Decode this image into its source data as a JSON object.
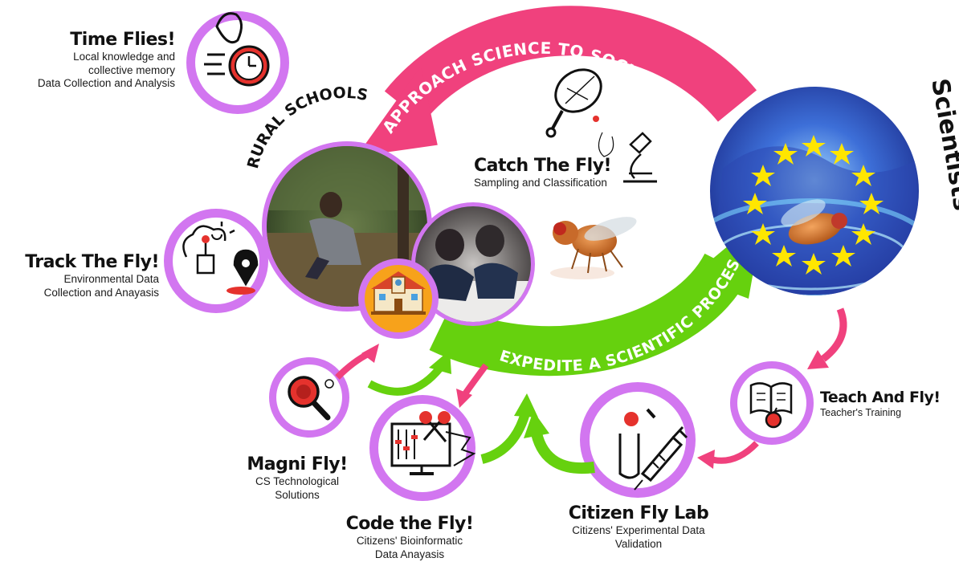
{
  "colors": {
    "magenta": "#f0417d",
    "green": "#66d10e",
    "purple_ring": "#d276f0",
    "red": "#e5322d"
  },
  "arcs": {
    "top_text": "APPROACH SCIENCE TO SOCIETY",
    "bottom_text": "EXPEDITE A SCIENTIFIC PROCESS"
  },
  "hubs": {
    "rural_schools": "RURAL SCHOOLS",
    "scientists": "Scientists"
  },
  "activities": {
    "time_flies": {
      "title": "Time Flies!",
      "lines": [
        "Local knowledge and",
        "collective memory",
        "Data Collection and Analysis"
      ],
      "icon": "stopwatch-icon"
    },
    "track_the_fly": {
      "title": "Track The Fly!",
      "lines": [
        "Environmental Data",
        "Collection and Anayasis"
      ],
      "icon": "weather-location-icon"
    },
    "catch_the_fly": {
      "title": "Catch The Fly!",
      "lines": [
        "Sampling and Classification"
      ],
      "icon": "butterfly-net-microscope-icon"
    },
    "magni_fly": {
      "title": "Magni Fly!",
      "lines": [
        "CS Technological",
        "Solutions"
      ],
      "icon": "magnifier-icon"
    },
    "code_the_fly": {
      "title": "Code the Fly!",
      "lines": [
        "Citizens' Bioinformatic",
        "Data Anayasis"
      ],
      "icon": "computer-dna-icon"
    },
    "citizen_fly_lab": {
      "title": "Citizen Fly Lab",
      "lines": [
        "Citizens' Experimental Data",
        "Validation"
      ],
      "icon": "lab-syringe-icon"
    },
    "teach_and_fly": {
      "title": "Teach And Fly!",
      "lines": [
        "Teacher's Training"
      ],
      "icon": "book-apple-icon"
    }
  }
}
